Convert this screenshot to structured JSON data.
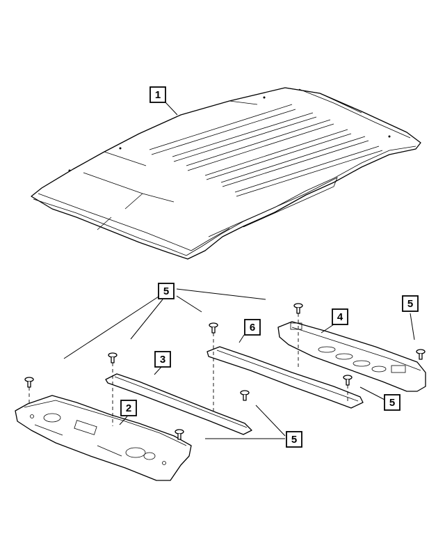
{
  "diagram": {
    "callouts": [
      {
        "id": "c1",
        "label": "1"
      },
      {
        "id": "c5-top",
        "label": "5"
      },
      {
        "id": "c4",
        "label": "4"
      },
      {
        "id": "c5-right-top",
        "label": "5"
      },
      {
        "id": "c6",
        "label": "6"
      },
      {
        "id": "c3",
        "label": "3"
      },
      {
        "id": "c2",
        "label": "2"
      },
      {
        "id": "c5-right-bottom",
        "label": "5"
      },
      {
        "id": "c5-bottom",
        "label": "5"
      }
    ]
  }
}
